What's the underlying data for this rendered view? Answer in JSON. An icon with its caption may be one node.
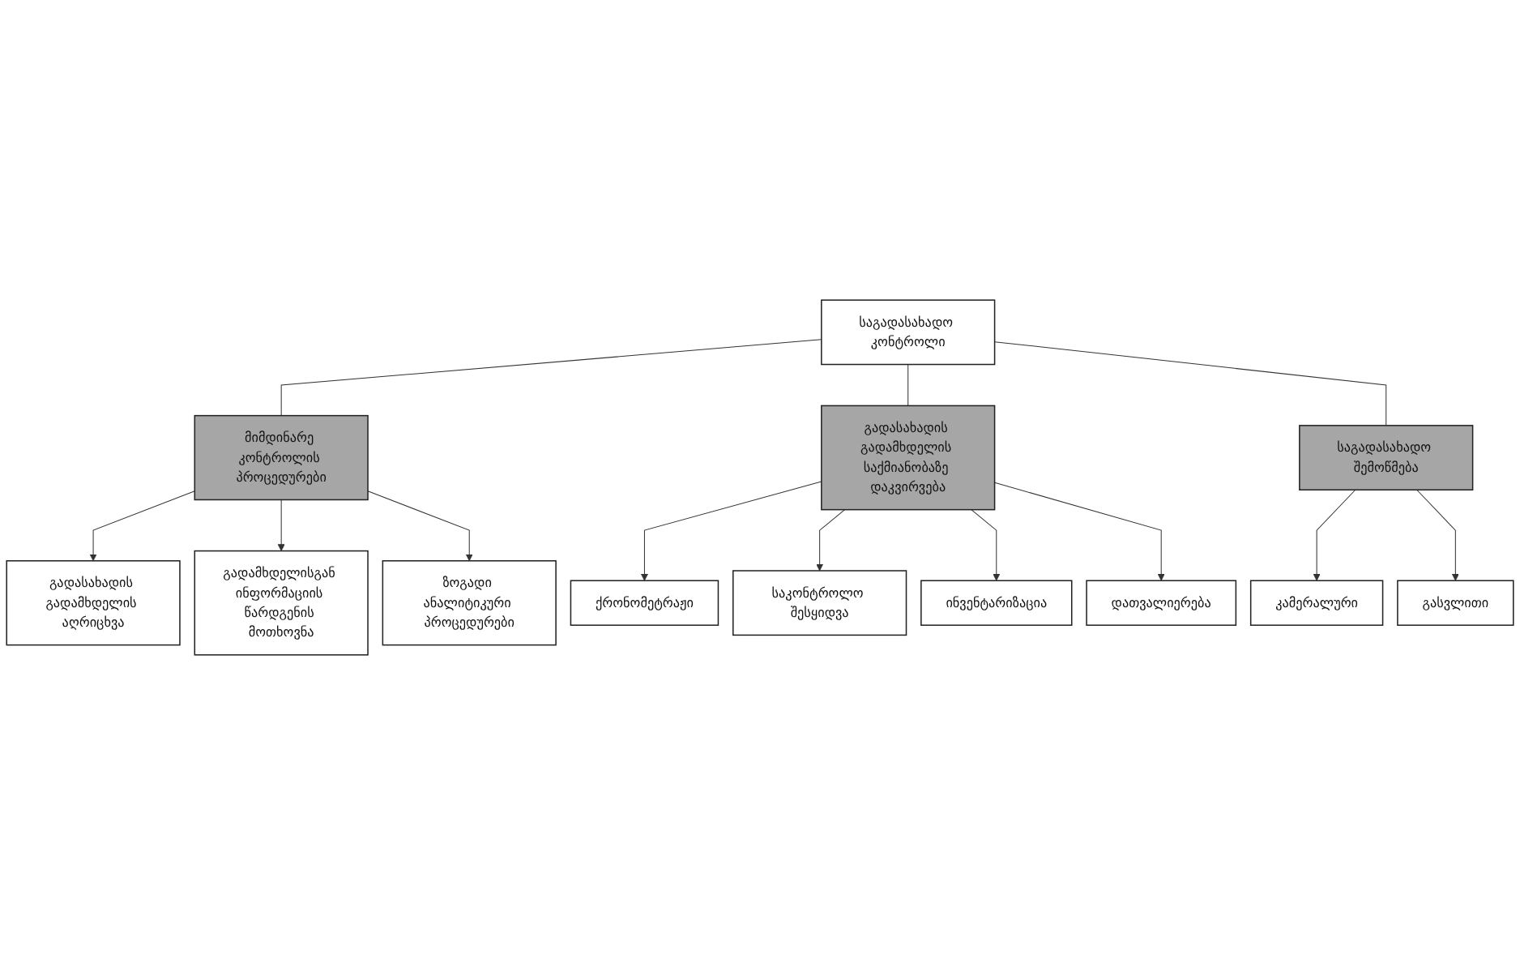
{
  "diagram": {
    "nodes": [
      {
        "text": [
          "საგადასახადო კონტროლი"
        ]
      },
      {
        "text": [
          "მიმდინარე კონტროლის პროცედურები"
        ]
      },
      {
        "text": [
          "გადასახადის გადამხდელის საქმიანობაზე დაკვირვება"
        ]
      },
      {
        "text": [
          "საგადასახადო შემოწმება"
        ]
      },
      {
        "text": [
          "გადასახადის გადამხდელის აღრიცხვა"
        ]
      },
      {
        "text": [
          "გადამხდელისგან ინფორმაციის წარდგენის მოთხოვნა"
        ]
      },
      {
        "text": [
          "ზოგადი ანალიტიკური პროცედურები"
        ]
      },
      {
        "text": [
          "ქრონომეტრაჟი"
        ]
      },
      {
        "text": [
          "საკონტროლო შესყიდვა"
        ]
      },
      {
        "text": [
          "ინვენტარიზაცია"
        ]
      },
      {
        "text": [
          "დათვალიერება"
        ]
      },
      {
        "text": [
          "კამერალური"
        ]
      },
      {
        "text": [
          "გასვლითი"
        ]
      }
    ],
    "edges": [
      {
        "from": 0,
        "to": 1,
        "arrow": "none"
      },
      {
        "from": 0,
        "to": 2,
        "arrow": "none"
      },
      {
        "from": 0,
        "to": 3,
        "arrow": "none"
      },
      {
        "from": 1,
        "to": 4,
        "arrow": "to"
      },
      {
        "from": 1,
        "to": 5,
        "arrow": "to"
      },
      {
        "from": 1,
        "to": 6,
        "arrow": "to"
      },
      {
        "from": 2,
        "to": 7,
        "arrow": "to"
      },
      {
        "from": 2,
        "to": 8,
        "arrow": "to"
      },
      {
        "from": 2,
        "to": 9,
        "arrow": "to"
      },
      {
        "from": 2,
        "to": 10,
        "arrow": "to"
      },
      {
        "from": 3,
        "to": 11,
        "arrow": "to"
      },
      {
        "from": 3,
        "to": 12,
        "arrow": "to"
      }
    ]
  }
}
